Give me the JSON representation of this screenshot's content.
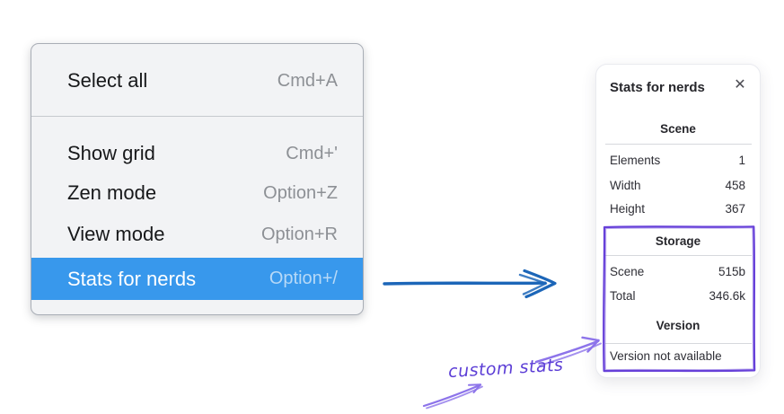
{
  "colors": {
    "highlight_blue": "#3898ec",
    "flow_arrow_blue": "#1c66b8",
    "annotation_purple": "#6741d9",
    "annotation_light_purple": "#8d74ea",
    "annotation_text_purple": "#5c3ed6"
  },
  "menu": {
    "items": [
      {
        "label": "Select all",
        "shortcut": "Cmd+A",
        "highlighted": false
      },
      {
        "label": "Show grid",
        "shortcut": "Cmd+'",
        "highlighted": false
      },
      {
        "label": "Zen mode",
        "shortcut": "Option+Z",
        "highlighted": false
      },
      {
        "label": "View mode",
        "shortcut": "Option+R",
        "highlighted": false
      },
      {
        "label": "Stats for nerds",
        "shortcut": "Option+/",
        "highlighted": true
      }
    ]
  },
  "panel": {
    "title": "Stats for nerds",
    "close_glyph": "✕",
    "sections": [
      {
        "header": "Scene",
        "rows": [
          {
            "label": "Elements",
            "value": "1"
          },
          {
            "label": "Width",
            "value": "458"
          },
          {
            "label": "Height",
            "value": "367"
          }
        ]
      },
      {
        "header": "Storage",
        "rows": [
          {
            "label": "Scene",
            "value": "515b"
          },
          {
            "label": "Total",
            "value": "346.6k"
          }
        ]
      },
      {
        "header": "Version",
        "note": "Version not available"
      }
    ]
  },
  "annotation": {
    "label": "custom stats"
  }
}
